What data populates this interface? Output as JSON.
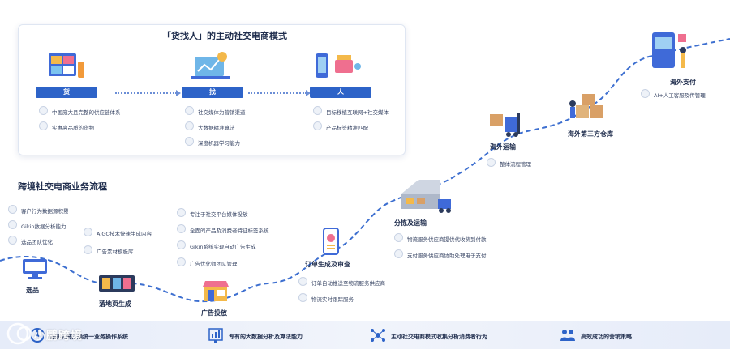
{
  "panel": {
    "title": "「货找人」的主动社交电商模式",
    "columns": [
      {
        "label": "货",
        "bullets": [
          "中国庞大且完整的供应链体系",
          "实惠高品质的货物"
        ]
      },
      {
        "label": "找",
        "bullets": [
          "社交媒体为营销渠道",
          "大数据精准算法",
          "深度机器学习能力"
        ]
      },
      {
        "label": "人",
        "bullets": [
          "目标移植互联网+社交媒体",
          "产品标签精准匹配"
        ]
      }
    ]
  },
  "flow": {
    "title": "跨境社交电商业务流程",
    "stages": [
      {
        "label": "选品",
        "bullets": [
          "客户行为数据源积累",
          "Gikin数据分析能力",
          "选品团队优化"
        ]
      },
      {
        "label": "落地页生成",
        "bullets": [
          "AIGC技术快速生成内容",
          "广告素材模板库"
        ]
      },
      {
        "label": "广告投放",
        "bullets": [
          "专注于社交平台媒体投放",
          "全面的产品及消费者特征标签系统",
          "Gikin系统实现自动广告生成",
          "广告优化师团队管理"
        ]
      },
      {
        "label": "订单生成及审查",
        "bullets": [
          "订单自动推送至物流服务供应商",
          "物流实时跟踪服务"
        ]
      },
      {
        "label": "分拣及运输",
        "bullets": [
          "物流服务供应商提供代收货到付款",
          "支付服务供应商协助处理电子支付"
        ]
      },
      {
        "label": "海外运输",
        "bullets": [
          "整体流程管理"
        ]
      },
      {
        "label": "海外第三方仓库",
        "bullets": []
      },
      {
        "label": "海外支付",
        "bullets": [
          "AI+人工客服及传管理"
        ]
      }
    ]
  },
  "bottom_bar": {
    "items": [
      {
        "label": "自研系统打通统一业务操作系统"
      },
      {
        "label": "专有的大数据分析及算法能力"
      },
      {
        "label": "主动社交电商模式收集分析消费者行为"
      },
      {
        "label": "高效成功的营销策略"
      }
    ],
    "watermark": "小鹏跨境"
  },
  "colors": {
    "accent": "#2d63c8",
    "dash": "#3d6fd0",
    "text": "#1f2d4d"
  }
}
